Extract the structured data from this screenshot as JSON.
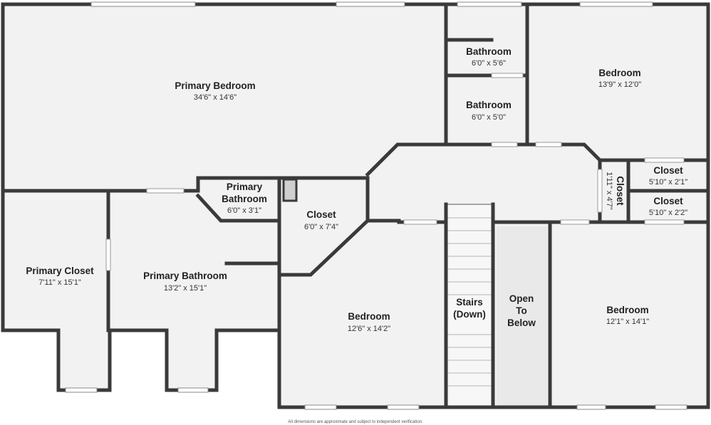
{
  "floorplan": {
    "colors": {
      "floor": "#f2f2f2",
      "wall": "#3a3a3a",
      "open_area": "#e9e9e9"
    },
    "rooms": {
      "primary_bedroom": {
        "name": "Primary Bedroom",
        "dim": "34'6\" x 14'6\""
      },
      "bathroom_top": {
        "name": "Bathroom",
        "dim": "6'0\" x 5'6\""
      },
      "bathroom_mid": {
        "name": "Bathroom",
        "dim": "6'0\" x 5'0\""
      },
      "bedroom_ne": {
        "name": "Bedroom",
        "dim": "13'9\" x 12'0\""
      },
      "primary_bathroom_small": {
        "name_line1": "Primary",
        "name_line2": "Bathroom",
        "dim": "6'0\" x 3'1\""
      },
      "closet_mid": {
        "name": "Closet",
        "dim": "6'0\" x 7'4\""
      },
      "closet_vertical": {
        "name": "Closet",
        "dim": "1'11\" x 4'7\""
      },
      "closet_right_top": {
        "name": "Closet",
        "dim": "5'10\" x 2'1\""
      },
      "closet_right_bottom": {
        "name": "Closet",
        "dim": "5'10\" x 2'2\""
      },
      "primary_closet": {
        "name": "Primary Closet",
        "dim": "7'11\" x 15'1\""
      },
      "primary_bathroom": {
        "name": "Primary Bathroom",
        "dim": "13'2\" x 15'1\""
      },
      "bedroom_sw": {
        "name": "Bedroom",
        "dim": "12'6\" x 14'2\""
      },
      "stairs": {
        "line1": "Stairs",
        "line2": "(Down)"
      },
      "open_below": {
        "line1": "Open",
        "line2": "To",
        "line3": "Below"
      },
      "bedroom_se": {
        "name": "Bedroom",
        "dim": "12'1\" x 14'1\""
      }
    },
    "footer": "All dimensions are approximate and subject to independent verification."
  }
}
